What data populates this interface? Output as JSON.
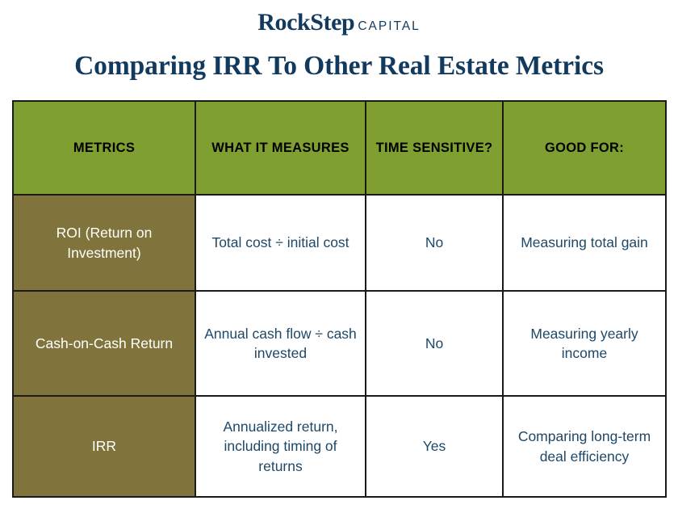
{
  "brand": {
    "mark": "RockStep",
    "sub": "CAPITAL"
  },
  "title": "Comparing IRR To Other Real Estate Metrics",
  "colors": {
    "navy": "#123A5E",
    "cell_navy": "#1E4868",
    "header_green": "#7FA030",
    "metric_olive": "#80743C",
    "border": "#1a1a1a",
    "cell_bg": "#FFFFFF",
    "metric_text": "#FFFFFF"
  },
  "table": {
    "headers": [
      "METRICS",
      "WHAT IT MEASURES",
      "TIME SENSITIVE?",
      "GOOD FOR:"
    ],
    "rows": [
      {
        "metric": "ROI (Return on Investment)",
        "measures": "Total cost ÷ initial cost",
        "time_sensitive": "No",
        "good_for": "Measuring total gain"
      },
      {
        "metric": "Cash-on-Cash Return",
        "measures": "Annual cash flow ÷ cash invested",
        "time_sensitive": "No",
        "good_for": "Measuring yearly income"
      },
      {
        "metric": "IRR",
        "measures": "Annualized return, including timing of returns",
        "time_sensitive": "Yes",
        "good_for": "Comparing long-term deal efficiency"
      }
    ]
  }
}
